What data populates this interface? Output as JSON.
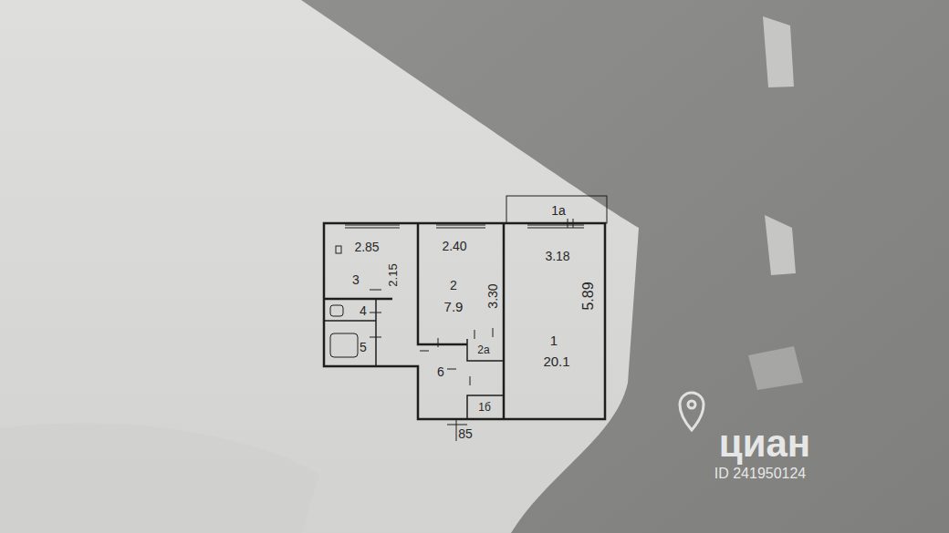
{
  "diagram": {
    "nodes": [
      {
        "text": [
          "1а"
        ]
      },
      {
        "text": [
          "2.85",
          "3",
          "2.15"
        ]
      },
      {
        "text": [
          "2.40",
          "2",
          "7.9",
          "3.30"
        ]
      },
      {
        "text": [
          "3.18",
          "1",
          "20.1",
          "5.89"
        ]
      },
      {
        "text": [
          "4"
        ]
      },
      {
        "text": [
          "5"
        ]
      },
      {
        "text": [
          "6"
        ]
      },
      {
        "text": [
          "2а"
        ]
      },
      {
        "text": [
          "1б"
        ]
      }
    ],
    "labels": [
      "85",
      "циан",
      "ID 241950124"
    ]
  }
}
